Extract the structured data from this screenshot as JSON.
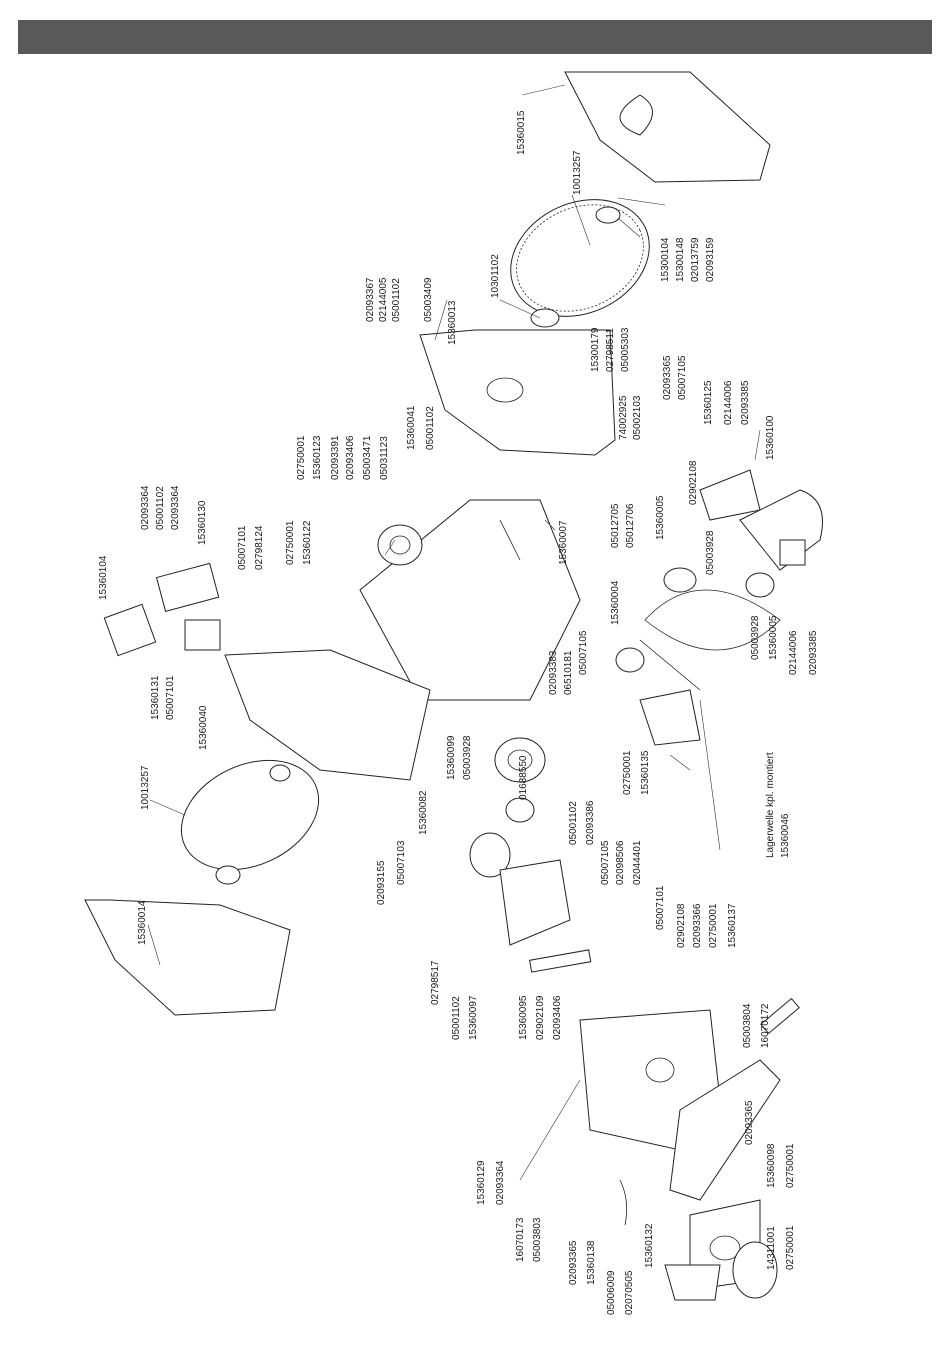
{
  "header_bar": {
    "color": "#595959"
  },
  "assembly_note": {
    "line1": "Lagerwelle kpl. montiert",
    "line2": "15360046"
  },
  "part_numbers": [
    "15360015",
    "10013257",
    "15300104",
    "15300148",
    "02013759",
    "02093159",
    "10301102",
    "02093367",
    "02144005",
    "05001102",
    "05003409",
    "15360013",
    "15300179",
    "02798511",
    "05005303",
    "74002925",
    "05002103",
    "02750001",
    "15360123",
    "02093391",
    "02093406",
    "05003471",
    "05031123",
    "15360041",
    "05001102",
    "02093364",
    "05001102",
    "02093364",
    "15360130",
    "05007101",
    "02798124",
    "15360104",
    "15360131",
    "05007101",
    "02750001",
    "15360122",
    "15360007",
    "15360040",
    "10013257",
    "15360014",
    "02093365",
    "05007105",
    "15360125",
    "02144006",
    "02093385",
    "15360100",
    "02902108",
    "15360005",
    "05012705",
    "05012706",
    "05003928",
    "15360004",
    "02093383",
    "06510181",
    "05007105",
    "05003928",
    "15360005",
    "02144006",
    "02093385",
    "02750001",
    "15360135",
    "15360099",
    "05003928",
    "01688550",
    "15360082",
    "02093155",
    "05007103",
    "02798517",
    "05001102",
    "15360097",
    "05001102",
    "02093386",
    "05007105",
    "02098506",
    "02044401",
    "05007101",
    "02902108",
    "02093366",
    "02750001",
    "15360137",
    "15360095",
    "02902109",
    "02093406",
    "05003804",
    "16070172",
    "15360129",
    "02093364",
    "16070173",
    "05003803",
    "02093365",
    "15360138",
    "05006009",
    "02070505",
    "15360132",
    "02093365",
    "15360098",
    "02750001",
    "14311001",
    "02750001"
  ]
}
